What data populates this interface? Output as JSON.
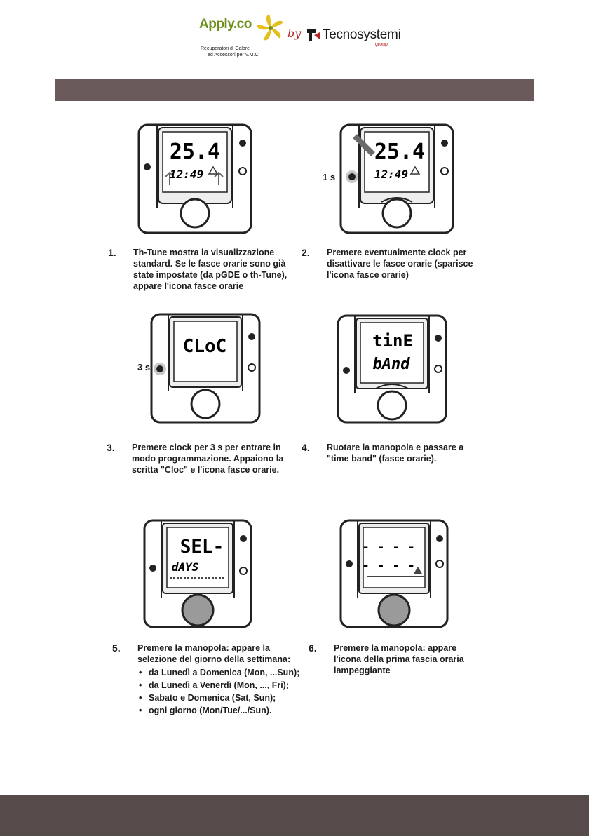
{
  "header": {
    "logo_text": "Apply.co",
    "logo_tagline_1": "Recuperatori di Calore",
    "logo_tagline_2": "ed Accessori per V.M.C.",
    "by": "by",
    "brand": "Tecnosystemi",
    "brand_sub": "group"
  },
  "figures": [
    {
      "screen": [
        "25.4",
        "12:49"
      ],
      "side_label": ""
    },
    {
      "screen": [
        "25.4",
        "12:49"
      ],
      "side_label": "1 s"
    },
    {
      "screen": [
        "CLoC",
        ""
      ],
      "side_label": "3 s"
    },
    {
      "screen": [
        "tinE",
        "bAnd"
      ],
      "side_label": ""
    },
    {
      "screen": [
        "SEL-",
        "dAYS"
      ],
      "side_label": ""
    },
    {
      "screen": [
        "- - - -",
        "- - - -"
      ],
      "side_label": ""
    }
  ],
  "steps": [
    {
      "num": "1.",
      "text": "Th-Tune mostra la visualizzazione standard. Se le fasce orarie sono già state impostate (da pGDE o th-Tune), appare l'icona fasce orarie"
    },
    {
      "num": "2.",
      "text": "Premere eventualmente clock per disattivare le fasce orarie (sparisce l'icona fasce orarie)"
    },
    {
      "num": "3.",
      "text": "Premere clock per 3 s per entrare in modo programmazione. Appaiono la scritta \"Cloc\" e l'icona fasce orarie."
    },
    {
      "num": "4.",
      "text": "Ruotare la manopola e passare a \"time band\" (fasce orarie)."
    },
    {
      "num": "5.",
      "text": "Premere la manopola: appare la selezione del giorno della settimana:",
      "bullets": [
        "da Lunedì a Domenica (Mon, ...Sun);",
        "da Lunedì a Venerdì (Mon, ..., Fri);",
        "Sabato e Domenica (Sat, Sun);",
        "ogni giorno (Mon/Tue/.../Sun)."
      ]
    },
    {
      "num": "6.",
      "text": "Premere la manopola: appare l'icona della prima fascia oraria lampeggiante"
    }
  ]
}
